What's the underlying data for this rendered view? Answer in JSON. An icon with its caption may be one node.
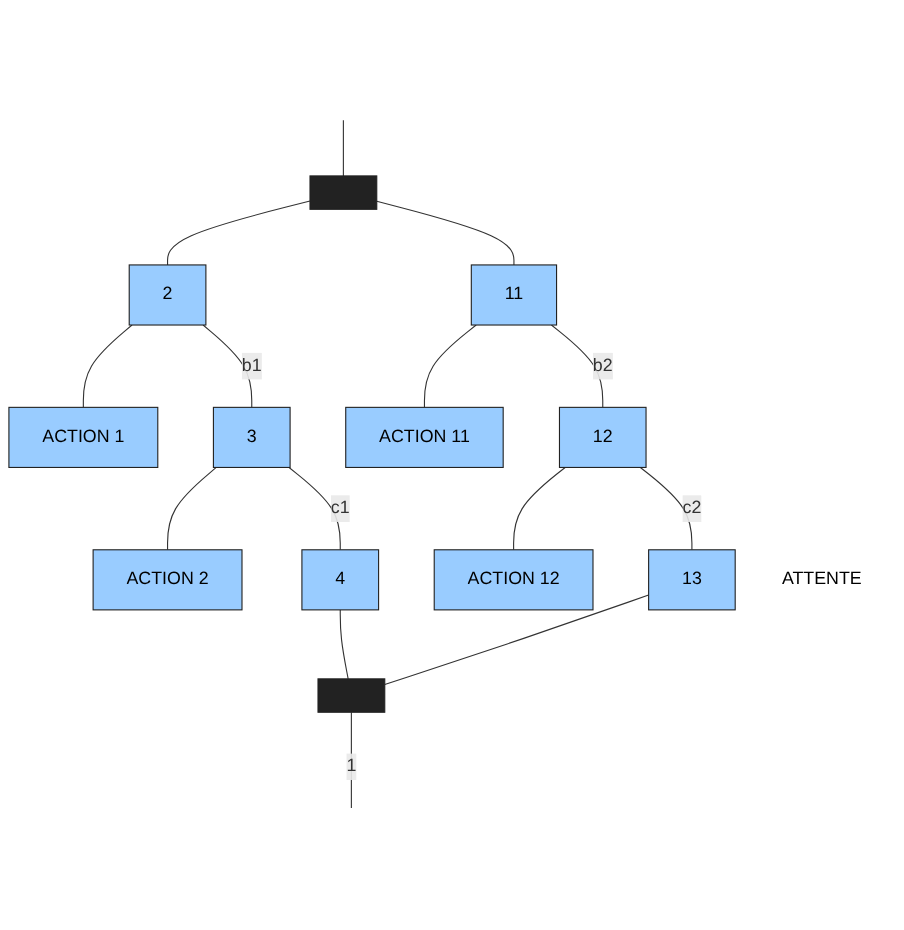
{
  "diagram": {
    "nodes": [
      {
        "text": [],
        "shape": "bar"
      },
      {
        "text": [
          "2"
        ]
      },
      {
        "text": [
          "ACTION 1"
        ]
      },
      {
        "text": [
          "11"
        ]
      },
      {
        "text": [
          "ACTION 11"
        ]
      },
      {
        "text": [
          "3"
        ]
      },
      {
        "text": [
          "ACTION 2"
        ]
      },
      {
        "text": [
          "12"
        ]
      },
      {
        "text": [
          "ACTION 12"
        ]
      },
      {
        "text": [
          "4"
        ]
      },
      {
        "text": [
          "13"
        ],
        "beside": [
          "ATTENTE"
        ]
      },
      {
        "text": [],
        "shape": "bar"
      }
    ],
    "edges": [
      {
        "from": null,
        "to": 0,
        "arrow": "none"
      },
      {
        "from": 0,
        "to": 1,
        "arrow": "none"
      },
      {
        "from": 0,
        "to": 3,
        "arrow": "none"
      },
      {
        "from": 1,
        "to": 2,
        "arrow": "none"
      },
      {
        "from": 3,
        "to": 4,
        "arrow": "none"
      },
      {
        "from": 1,
        "to": 5,
        "label": "b1",
        "arrow": "none"
      },
      {
        "from": 3,
        "to": 7,
        "label": "b2",
        "arrow": "none"
      },
      {
        "from": 5,
        "to": 6,
        "arrow": "none"
      },
      {
        "from": 7,
        "to": 8,
        "arrow": "none"
      },
      {
        "from": 5,
        "to": 9,
        "label": "c1",
        "arrow": "none"
      },
      {
        "from": 7,
        "to": 10,
        "label": "c2",
        "arrow": "none"
      },
      {
        "from": 9,
        "to": 11,
        "arrow": "none"
      },
      {
        "from": 10,
        "to": 11,
        "arrow": "none"
      },
      {
        "from": 11,
        "to": null,
        "label": "1",
        "arrow": "none"
      }
    ]
  }
}
